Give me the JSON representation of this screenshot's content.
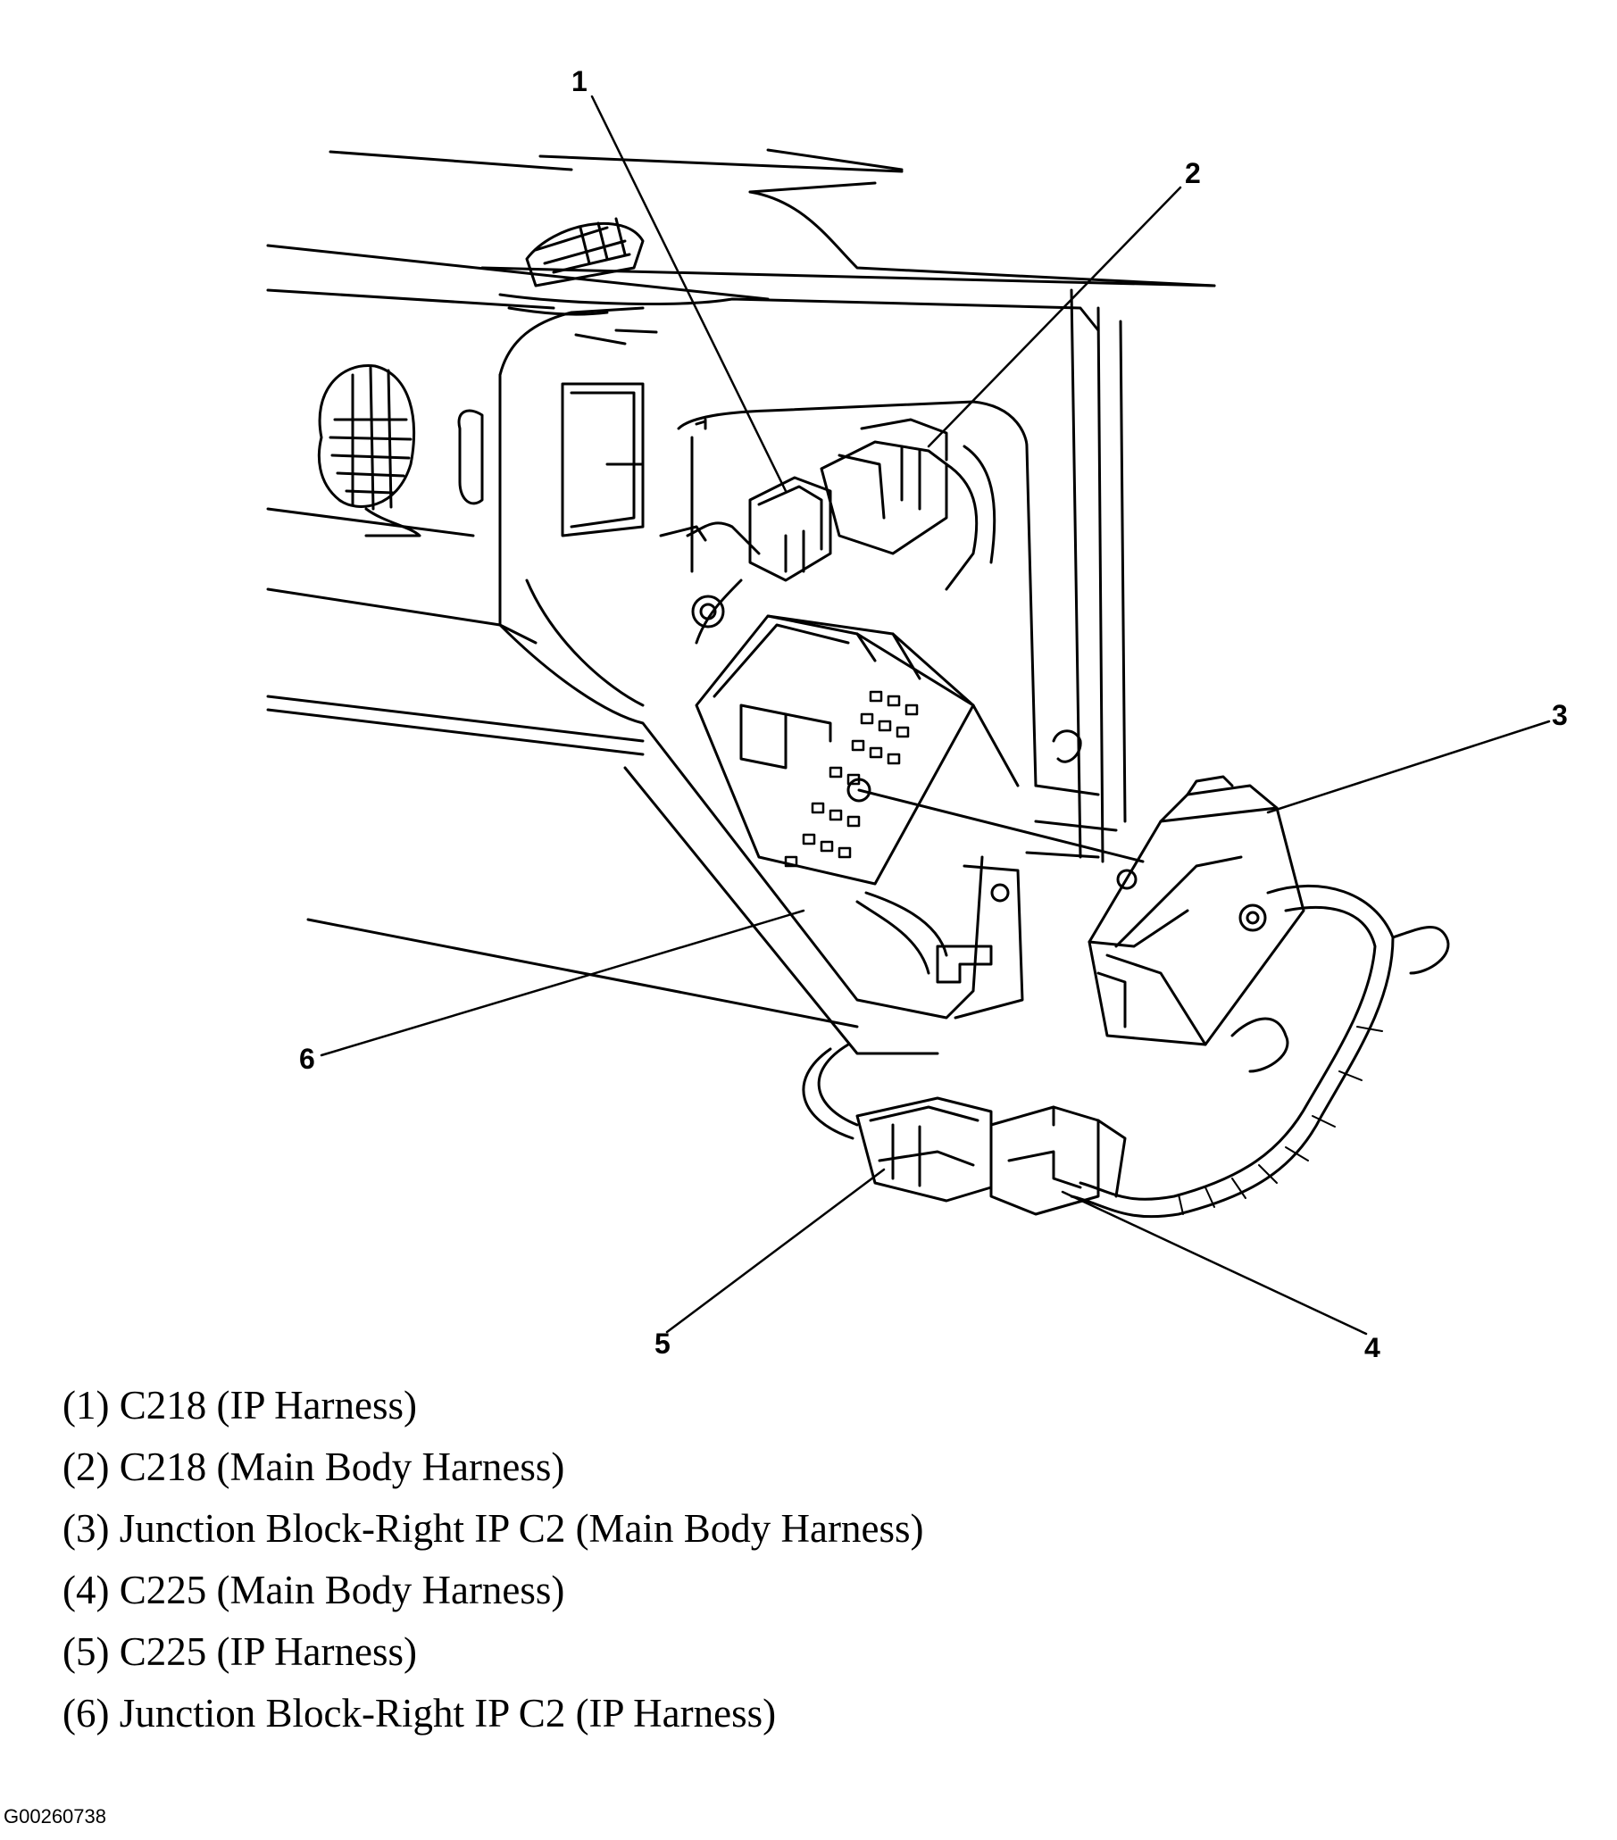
{
  "callouts": {
    "c1": "1",
    "c2": "2",
    "c3": "3",
    "c4": "4",
    "c5": "5",
    "c6": "6"
  },
  "legend": [
    "(1) C218 (IP Harness)",
    "(2) C218 (Main Body Harness)",
    "(3) Junction Block-Right IP C2 (Main Body Harness)",
    "(4) C225 (Main Body Harness)",
    "(5) C225 (IP Harness)",
    "(6) Junction Block-Right IP C2 (IP Harness)"
  ],
  "figure_id": "G00260738",
  "colors": {
    "ink": "#000000",
    "paper": "#ffffff"
  }
}
